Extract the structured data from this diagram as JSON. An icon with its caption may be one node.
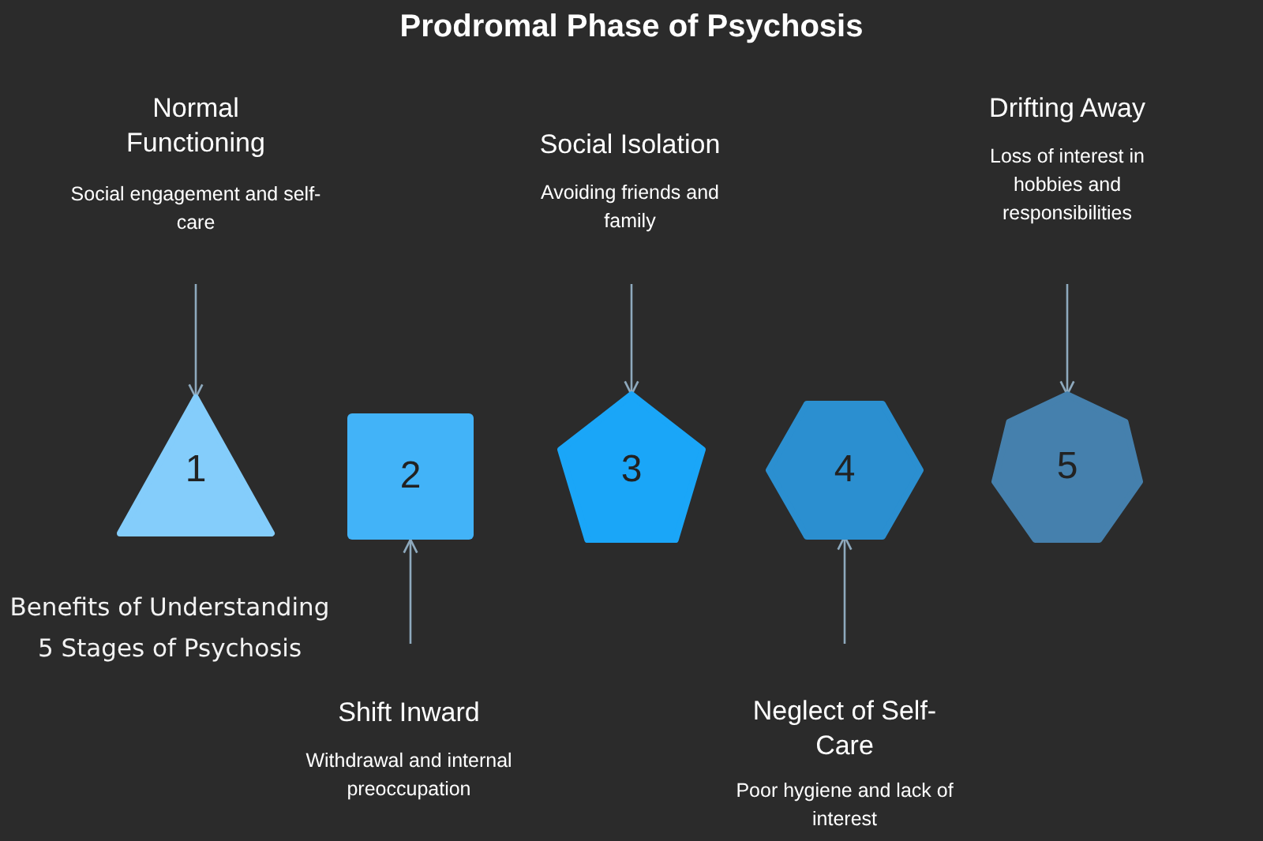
{
  "diagram": {
    "title": "Prodromal Phase of Psychosis",
    "nodes": [
      {
        "text": [
          "Normal Functioning",
          "Social engagement and self-care"
        ]
      },
      {
        "text": [
          "Social Isolation",
          "Avoiding friends and family"
        ]
      },
      {
        "text": [
          "Drifting Away",
          "Loss of interest in hobbies and responsibilities"
        ]
      },
      {
        "text": [
          "1"
        ]
      },
      {
        "text": [
          "2"
        ]
      },
      {
        "text": [
          "3"
        ]
      },
      {
        "text": [
          "4"
        ]
      },
      {
        "text": [
          "5"
        ]
      },
      {
        "text": [
          "Shift Inward",
          "Withdrawal and internal preoccupation"
        ]
      },
      {
        "text": [
          "Neglect of Self-Care",
          "Poor hygiene and lack of interest"
        ]
      }
    ],
    "edges": [
      {
        "from": 0,
        "to": 3,
        "arrow": "to"
      },
      {
        "from": 1,
        "to": 5,
        "arrow": "to"
      },
      {
        "from": 2,
        "to": 7,
        "arrow": "to"
      },
      {
        "from": 8,
        "to": 4,
        "arrow": "to"
      },
      {
        "from": 9,
        "to": 6,
        "arrow": "to"
      }
    ],
    "labels": [
      "Benefits of Understanding 5 Stages of Psychosis"
    ]
  }
}
